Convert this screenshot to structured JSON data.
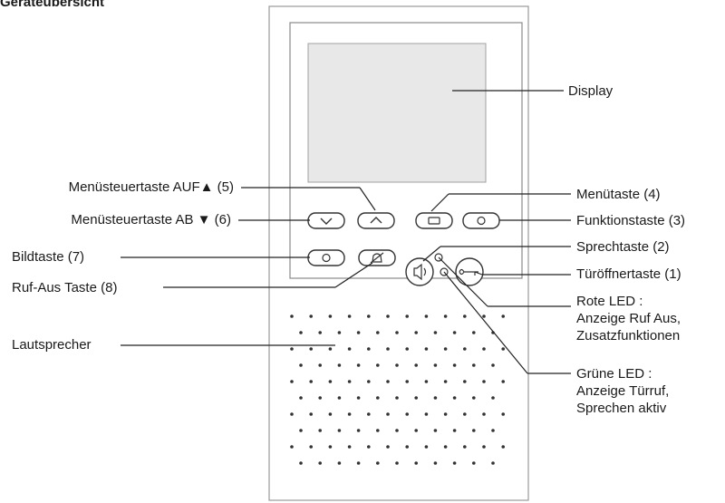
{
  "heading": "Geräteübersicht",
  "labels": {
    "display": "Display",
    "menu_key": "Menütaste (4)",
    "function_key": "Funktionstaste (3)",
    "talk_key": "Sprechtaste (2)",
    "door_key": "Türöffnertaste (1)",
    "red_led_1": "Rote LED :",
    "red_led_2": "Anzeige Ruf Aus,",
    "red_led_3": "Zusatzfunktionen",
    "green_led_1": "Grüne LED :",
    "green_led_2": "Anzeige Türruf,",
    "green_led_3": "Sprechen aktiv",
    "menu_up": "Menüsteuertaste AUF▲ (5)",
    "menu_down": "Menüsteuertaste AB ▼ (6)",
    "picture_key": "Bildtaste (7)",
    "call_off_key": "Ruf-Aus Taste (8)",
    "speaker": "Lautsprecher"
  },
  "icons": {
    "up": "chevron-up-icon",
    "down": "chevron-down-icon",
    "menu": "menu-icon",
    "function": "circle-icon",
    "picture": "circle-icon",
    "call_off": "bell-off-icon",
    "talk": "speaker-icon",
    "door": "key-icon"
  }
}
